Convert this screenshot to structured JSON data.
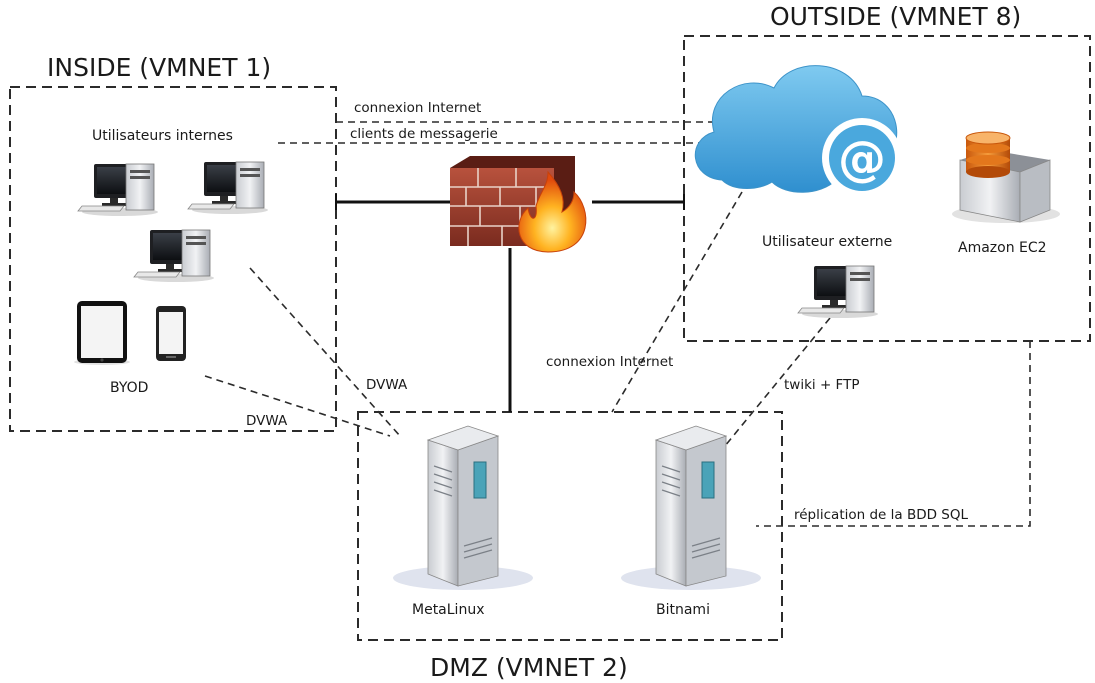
{
  "zones": {
    "inside": "INSIDE (VMNET 1)",
    "outside": "OUTSIDE (VMNET 8)",
    "dmz": "DMZ (VMNET 2)"
  },
  "nodes": {
    "internal_users": "Utilisateurs internes",
    "byod": "BYOD",
    "external_user": "Utilisateur externe",
    "amazon_ec2": "Amazon EC2",
    "metalinux": "MetaLinux",
    "bitnami": "Bitnami"
  },
  "links": {
    "internet_top": "connexion Internet",
    "mail_clients": "clients de messagerie",
    "dvwa_inside": "DVWA",
    "dvwa_byod": "DVWA",
    "internet_dmz": "connexion Internet",
    "twiki_ftp": "twiki + FTP",
    "sql_replication": "réplication de la BDD SQL"
  },
  "icons": {
    "firewall": "firewall-icon",
    "cloud": "cloud-mail-icon",
    "database": "database-server-icon",
    "desktop": "desktop-computer-icon",
    "tablet": "tablet-icon",
    "phone": "smartphone-icon",
    "server": "tower-server-icon"
  },
  "colors": {
    "cloud": "#4aa8dd",
    "brick": "#9b3a2a",
    "flame": "#f27a12",
    "zone_border": "#2b2b2b"
  }
}
